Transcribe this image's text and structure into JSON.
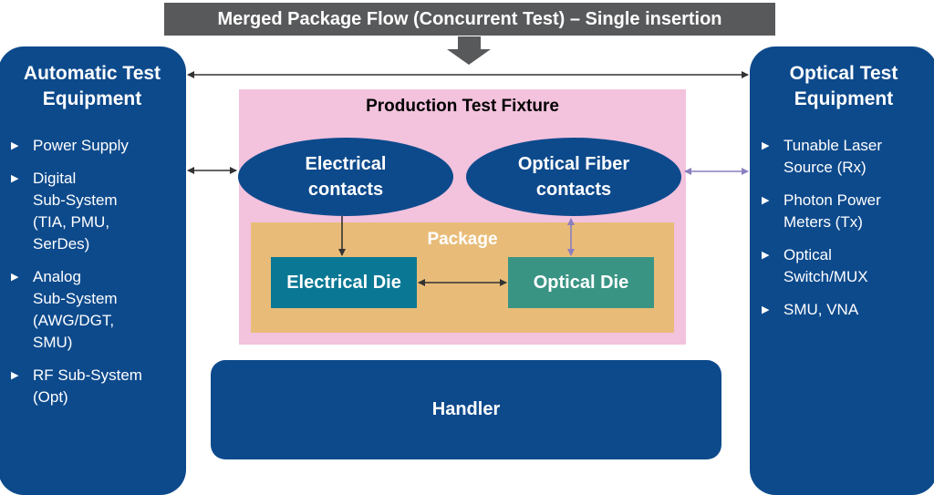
{
  "title": "Merged Package Flow (Concurrent Test) – Single insertion",
  "left_panel": {
    "title_line1": "Automatic Test",
    "title_line2": "Equipment",
    "items": [
      {
        "lines": [
          "Power Supply"
        ]
      },
      {
        "lines": [
          "Digital",
          "Sub-System",
          "(TIA, PMU,",
          "SerDes)"
        ]
      },
      {
        "lines": [
          "Analog",
          "Sub-System",
          "(AWG/DGT,",
          "SMU)"
        ]
      },
      {
        "lines": [
          "RF Sub-System",
          "(Opt)"
        ]
      }
    ]
  },
  "right_panel": {
    "title_line1": "Optical Test",
    "title_line2": "Equipment",
    "items": [
      {
        "lines": [
          "Tunable Laser",
          "Source (Rx)"
        ]
      },
      {
        "lines": [
          "Photon Power",
          "Meters (Tx)"
        ]
      },
      {
        "lines": [
          "Optical",
          "Switch/MUX"
        ]
      },
      {
        "lines": [
          "SMU, VNA"
        ]
      }
    ]
  },
  "fixture": {
    "label": "Production Test Fixture",
    "electrical_contacts": {
      "line1": "Electrical",
      "line2": "contacts"
    },
    "optical_contacts": {
      "line1": "Optical Fiber",
      "line2": "contacts"
    }
  },
  "package": {
    "label": "Package",
    "electrical_die": "Electrical Die",
    "optical_die": "Optical Die"
  },
  "handler": "Handler",
  "colors": {
    "navy": "#0d4a8c",
    "banner_gray": "#58595b",
    "fixture_pink": "#f3c2dd",
    "package_tan": "#e8bc78",
    "electrical_die_teal": "#0a7894",
    "optical_die_green": "#3a9484",
    "optical_link_purple": "#8a7fbf"
  }
}
